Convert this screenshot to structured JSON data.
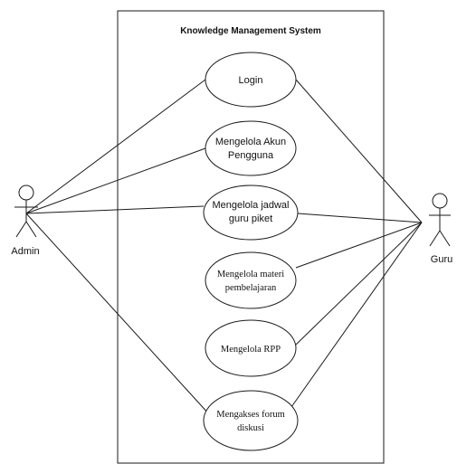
{
  "system": {
    "title": "Knowledge Management System"
  },
  "actors": [
    {
      "id": "admin",
      "label": "Admin"
    },
    {
      "id": "guru",
      "label": "Guru"
    }
  ],
  "use_cases": [
    {
      "id": "login",
      "lines": [
        "Login"
      ]
    },
    {
      "id": "akun",
      "lines": [
        "Mengelola Akun",
        "Pengguna"
      ]
    },
    {
      "id": "jadwal",
      "lines": [
        "Mengelola jadwal",
        "guru piket"
      ]
    },
    {
      "id": "materi",
      "lines": [
        "Mengelola materi",
        "pembelajaran"
      ]
    },
    {
      "id": "rpp",
      "lines": [
        "Mengelola RPP"
      ]
    },
    {
      "id": "forum",
      "lines": [
        "Mengakses forum",
        "diskusi"
      ]
    }
  ],
  "associations": [
    {
      "actor": "admin",
      "use_case": "login"
    },
    {
      "actor": "admin",
      "use_case": "akun"
    },
    {
      "actor": "admin",
      "use_case": "jadwal"
    },
    {
      "actor": "admin",
      "use_case": "forum"
    },
    {
      "actor": "guru",
      "use_case": "login"
    },
    {
      "actor": "guru",
      "use_case": "jadwal"
    },
    {
      "actor": "guru",
      "use_case": "materi"
    },
    {
      "actor": "guru",
      "use_case": "rpp"
    },
    {
      "actor": "guru",
      "use_case": "forum"
    }
  ]
}
